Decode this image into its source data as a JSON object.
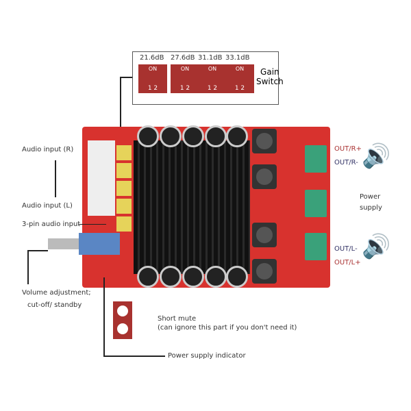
{
  "gain_switch": {
    "title_line1": "Gain",
    "title_line2": "Switch",
    "settings": [
      {
        "db": "21.6dB",
        "on": "ON",
        "nums": "1 2"
      },
      {
        "db": "27.6dB",
        "on": "ON",
        "nums": "1 2"
      },
      {
        "db": "31.1dB",
        "on": "ON",
        "nums": "1 2"
      },
      {
        "db": "33.1dB",
        "on": "ON",
        "nums": "1 2"
      }
    ]
  },
  "labels": {
    "audio_r": "Audio input (R)",
    "audio_l": "Audio input (L)",
    "three_pin": "3-pin audio input",
    "volume1": "Volume adjustment;",
    "volume2": "cut-off/ standby",
    "out_r_plus": "OUT/R+",
    "out_r_minus": "OUT/R-",
    "power1": "Power",
    "power2": "supply",
    "out_l_minus": "OUT/L-",
    "out_l_plus": "OUT/L+",
    "mute1": "Short mute",
    "mute2": "(can ignore this part if you don't need it)",
    "power_indicator": "Power supply indicator"
  }
}
